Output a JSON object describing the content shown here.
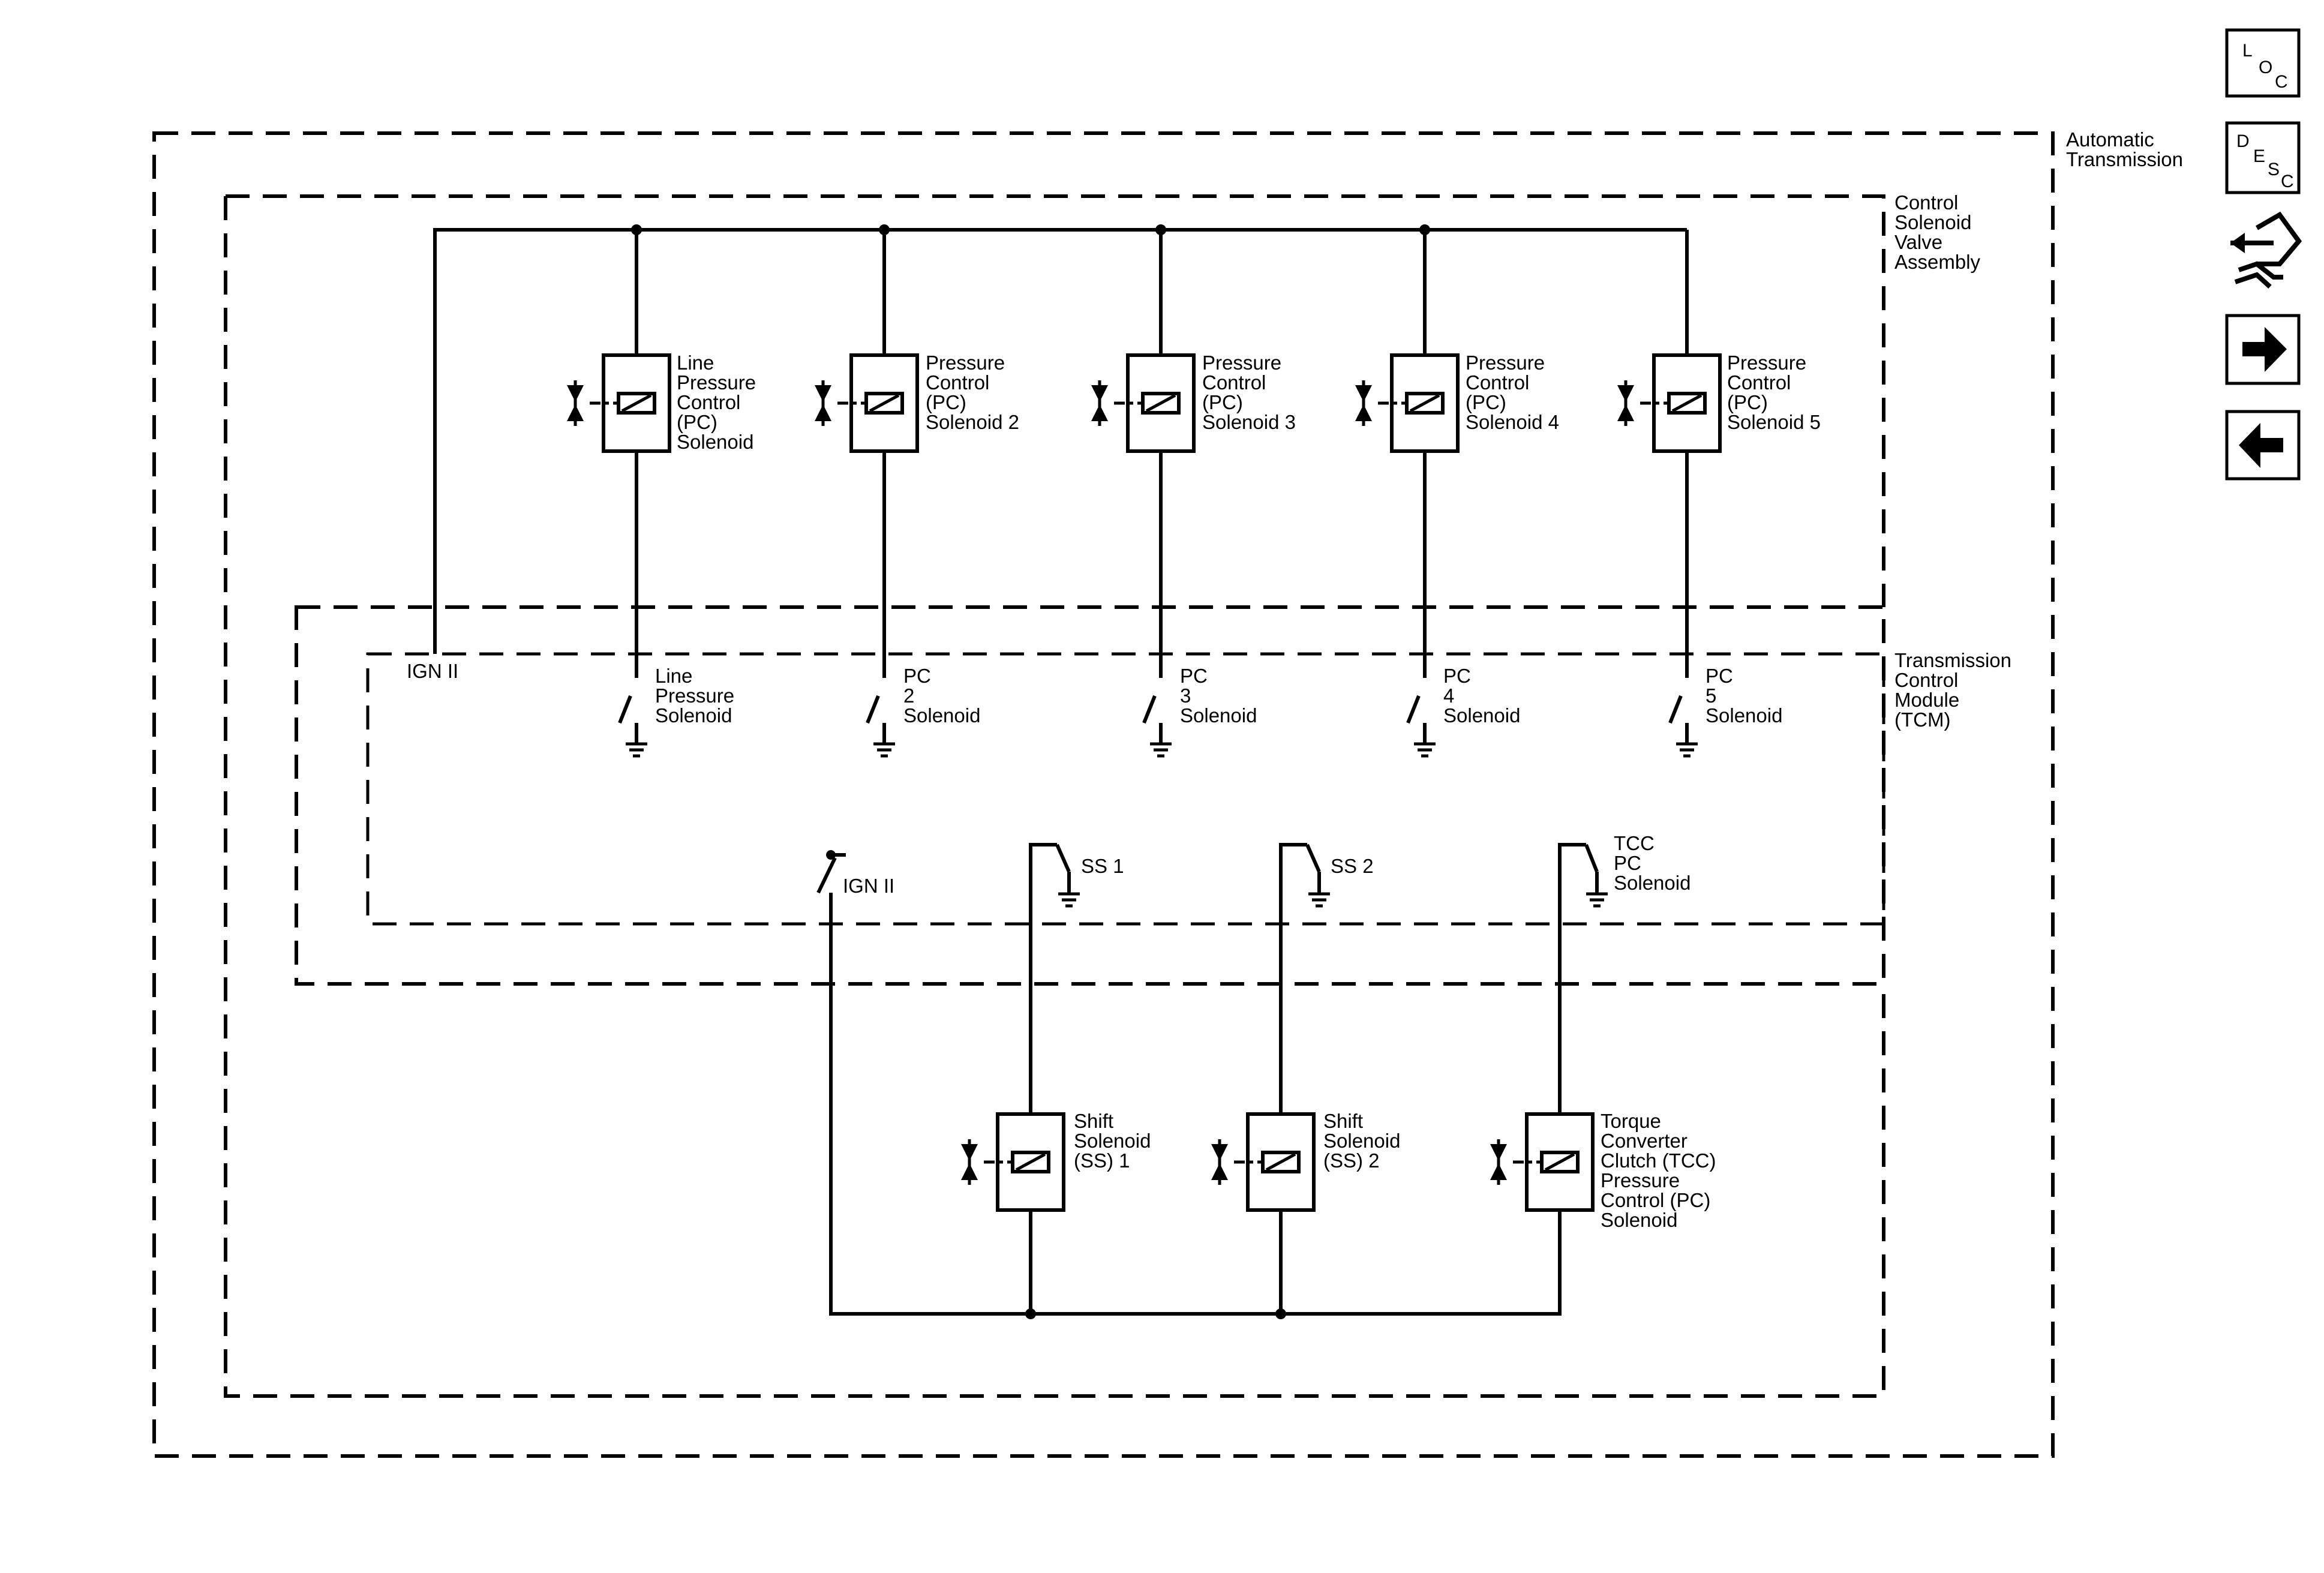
{
  "containers": {
    "automatic_transmission": [
      "Automatic",
      "Transmission"
    ],
    "control_solenoid_valve_assembly": [
      "Control",
      "Solenoid",
      "Valve",
      "Assembly"
    ],
    "transmission_control_module": [
      "Transmission",
      "Control",
      "Module",
      "(TCM)"
    ]
  },
  "pc_solenoids": [
    {
      "lines": [
        "Line",
        "Pressure",
        "Control",
        "(PC)",
        "Solenoid"
      ]
    },
    {
      "lines": [
        "Pressure",
        "Control",
        "(PC)",
        "Solenoid 2"
      ]
    },
    {
      "lines": [
        "Pressure",
        "Control",
        "(PC)",
        "Solenoid 3"
      ]
    },
    {
      "lines": [
        "Pressure",
        "Control",
        "(PC)",
        "Solenoid 4"
      ]
    },
    {
      "lines": [
        "Pressure",
        "Control",
        "(PC)",
        "Solenoid 5"
      ]
    }
  ],
  "tcm_upper_switches": [
    {
      "lines": [
        "Line",
        "Pressure",
        "Solenoid"
      ]
    },
    {
      "lines": [
        "PC",
        "2",
        "Solenoid"
      ]
    },
    {
      "lines": [
        "PC",
        "3",
        "Solenoid"
      ]
    },
    {
      "lines": [
        "PC",
        "4",
        "Solenoid"
      ]
    },
    {
      "lines": [
        "PC",
        "5",
        "Solenoid"
      ]
    }
  ],
  "ign_labels": {
    "upper": "IGN II",
    "lower": "IGN II"
  },
  "tcm_lower_switches": [
    {
      "lines": [
        "SS 1"
      ]
    },
    {
      "lines": [
        "SS 2"
      ]
    },
    {
      "lines": [
        "TCC",
        "PC",
        "Solenoid"
      ]
    }
  ],
  "lower_solenoids": [
    {
      "lines": [
        "Shift",
        "Solenoid",
        "(SS) 1"
      ]
    },
    {
      "lines": [
        "Shift",
        "Solenoid",
        "(SS) 2"
      ]
    },
    {
      "lines": [
        "Torque",
        "Converter",
        "Clutch (TCC)",
        "Pressure",
        "Control (PC)",
        "Solenoid"
      ]
    }
  ],
  "nav_buttons": {
    "loc": [
      "L",
      "O",
      "C"
    ],
    "desc": [
      "D",
      "E",
      "S",
      "C"
    ],
    "next": "next",
    "back": "back"
  }
}
